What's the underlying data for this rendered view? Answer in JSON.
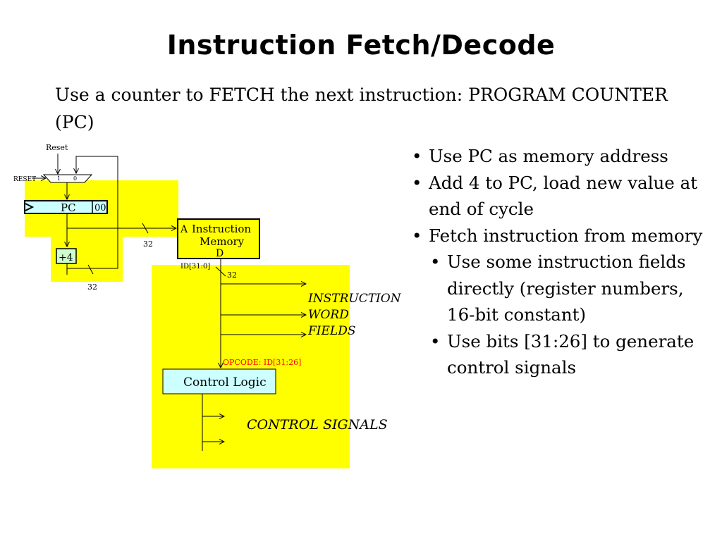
{
  "slide": {
    "title": "Instruction Fetch/Decode",
    "subtitle": "Use a counter to FETCH the next instruction:  PROGRAM COUNTER (PC)"
  },
  "diagram": {
    "reset_label": "Reset",
    "reset_signal": "RESET",
    "mux_input_1": "1",
    "mux_input_0": "0",
    "pc_label": "PC",
    "pc_low_bits": "00",
    "adder_label": "+4",
    "bus_width_pc": "32",
    "bus_width_adder": "32",
    "bus_width_id": "32",
    "mem_port_a": "A",
    "mem_label_line1": "Instruction",
    "mem_label_line2": "Memory",
    "mem_port_d": "D",
    "id_label": "ID[31:0]",
    "fields_line1": "INSTRUCTION",
    "fields_line2": "WORD",
    "fields_line3": "FIELDS",
    "opcode_label": "OPCODE: ID[31:26]",
    "control_logic_label": "Control Logic",
    "control_signals_label": "CONTROL SIGNALS",
    "colors": {
      "highlight": "#ffff00",
      "box_fill": "#ccffff",
      "opcode_text": "#ff0000"
    }
  },
  "bullets": [
    {
      "text": "Use PC as memory address",
      "level": 1
    },
    {
      "text": "Add 4 to PC, load new value at end of cycle",
      "level": 1
    },
    {
      "text": "Fetch instruction from memory",
      "level": 1
    },
    {
      "text": "Use some instruction fields directly (register numbers, 16-bit constant)",
      "level": 2
    },
    {
      "text": "Use bits [31:26] to generate control signals",
      "level": 2
    }
  ]
}
